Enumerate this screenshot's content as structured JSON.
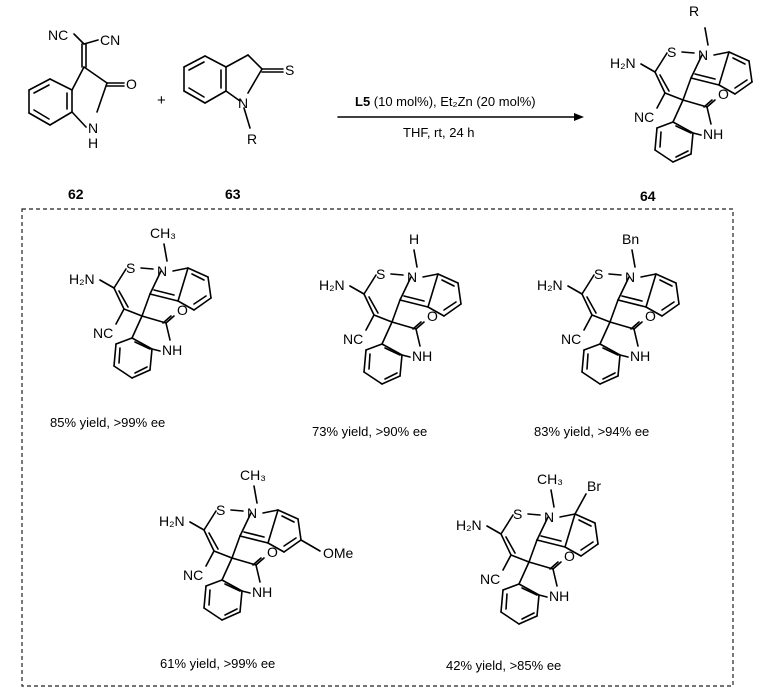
{
  "scheme": {
    "compounds": {
      "c62": {
        "label": "62",
        "cn1": "NC",
        "cn2": "CN",
        "o": "O",
        "nh": "N",
        "h": "H"
      },
      "c63": {
        "label": "63",
        "s": "S",
        "n": "N",
        "r": "R"
      },
      "c64": {
        "label": "64",
        "r": "R",
        "s": "S",
        "n": "N",
        "nh2": "H₂N",
        "cn": "NC",
        "o": "O",
        "nh": "NH"
      }
    },
    "plus": "+",
    "conditions": {
      "catalyst": "L5",
      "catalyst_rest": " (10 mol%), Et₂Zn (20 mol%)",
      "line2": "THF, rt, 24 h"
    }
  },
  "products": [
    {
      "n_sub": "CH₃",
      "ring_sub": "",
      "nh2": "H₂N",
      "s": "S",
      "n": "N",
      "cn": "NC",
      "o": "O",
      "nh": "NH",
      "result": "85% yield, >99% ee"
    },
    {
      "n_sub": "H",
      "ring_sub": "",
      "nh2": "H₂N",
      "s": "S",
      "n": "N",
      "cn": "NC",
      "o": "O",
      "nh": "NH",
      "result": "73% yield, >90% ee"
    },
    {
      "n_sub": "Bn",
      "ring_sub": "",
      "nh2": "H₂N",
      "s": "S",
      "n": "N",
      "cn": "NC",
      "o": "O",
      "nh": "NH",
      "result": "83% yield, >94% ee"
    },
    {
      "n_sub": "CH₃",
      "ring_sub": "OMe",
      "nh2": "H₂N",
      "s": "S",
      "n": "N",
      "cn": "NC",
      "o": "O",
      "nh": "NH",
      "result": "61% yield, >99% ee"
    },
    {
      "n_sub": "CH₃",
      "ring_sub": "Br",
      "nh2": "H₂N",
      "s": "S",
      "n": "N",
      "cn": "NC",
      "o": "O",
      "nh": "NH",
      "result": "42% yield, >85% ee"
    }
  ]
}
